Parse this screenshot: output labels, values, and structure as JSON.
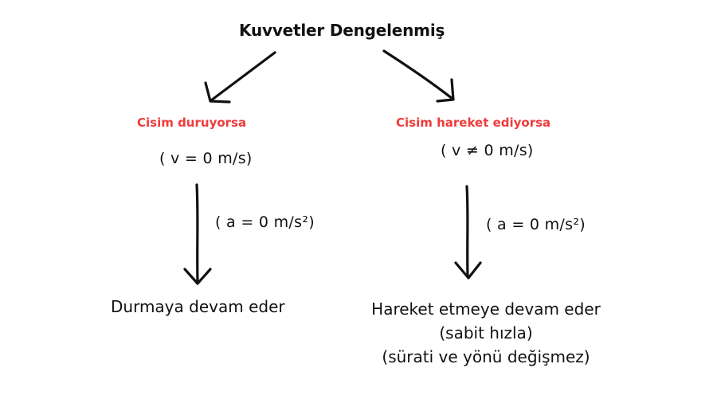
{
  "title": "Kuvvetler Dengelenmiş",
  "left": {
    "condition": "Cisim duruyorsa",
    "velocity": "( v = 0 m/s)",
    "acceleration": "( a = 0 m/s²)",
    "result": "Durmaya devam eder"
  },
  "right": {
    "condition": "Cisim hareket ediyorsa",
    "velocity": "( v ≠ 0 m/s)",
    "acceleration": "( a = 0 m/s²)",
    "result_lines": [
      "Hareket etmeye devam eder",
      "(sabit hızla)",
      "(sürati ve yönü değişmez)"
    ]
  },
  "colors": {
    "condition": "#ef3b3b",
    "text": "#111111",
    "arrow": "#111111"
  }
}
